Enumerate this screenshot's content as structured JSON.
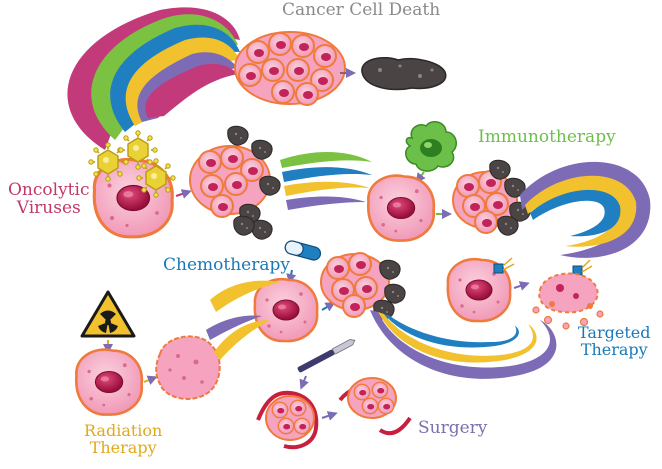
{
  "labels": {
    "title": "Cancer Cell Death",
    "oncolytic_line1": "Oncolytic",
    "oncolytic_line2": "Viruses",
    "immunotherapy": "Immunotherapy",
    "chemotherapy": "Chemotherapy",
    "targeted_line1": "Targeted",
    "targeted_line2": "Therapy",
    "radiation_line1": "Radiation",
    "radiation_line2": "Therapy",
    "surgery": "Surgery"
  },
  "colors": {
    "title": "#8a8a8a",
    "oncolytic": "#c0396b",
    "immunotherapy": "#6cc04a",
    "chemotherapy": "#1a78b8",
    "targeted": "#1a78b8",
    "radiation": "#e1a91a",
    "surgery": "#7b6fb0",
    "ribbon_yellow": "#f2c12e",
    "ribbon_blue": "#1f7fc0",
    "ribbon_purple": "#7d6bb5",
    "ribbon_green": "#7cc242",
    "ribbon_magenta": "#c23a7a",
    "cell_fill": "#f5a3bf",
    "cell_outline": "#f07a3c",
    "nucleus": "#b8184a",
    "dead_cell": "#4a4444",
    "virus": "#e9d23a"
  },
  "icons": {
    "radiation": "radiation-hazard-icon",
    "chemo": "pill-capsule-icon",
    "immune": "immune-cell-icon",
    "scalpel": "scalpel-icon",
    "drug": "targeted-drug-icon",
    "virus": "virus-icon"
  }
}
